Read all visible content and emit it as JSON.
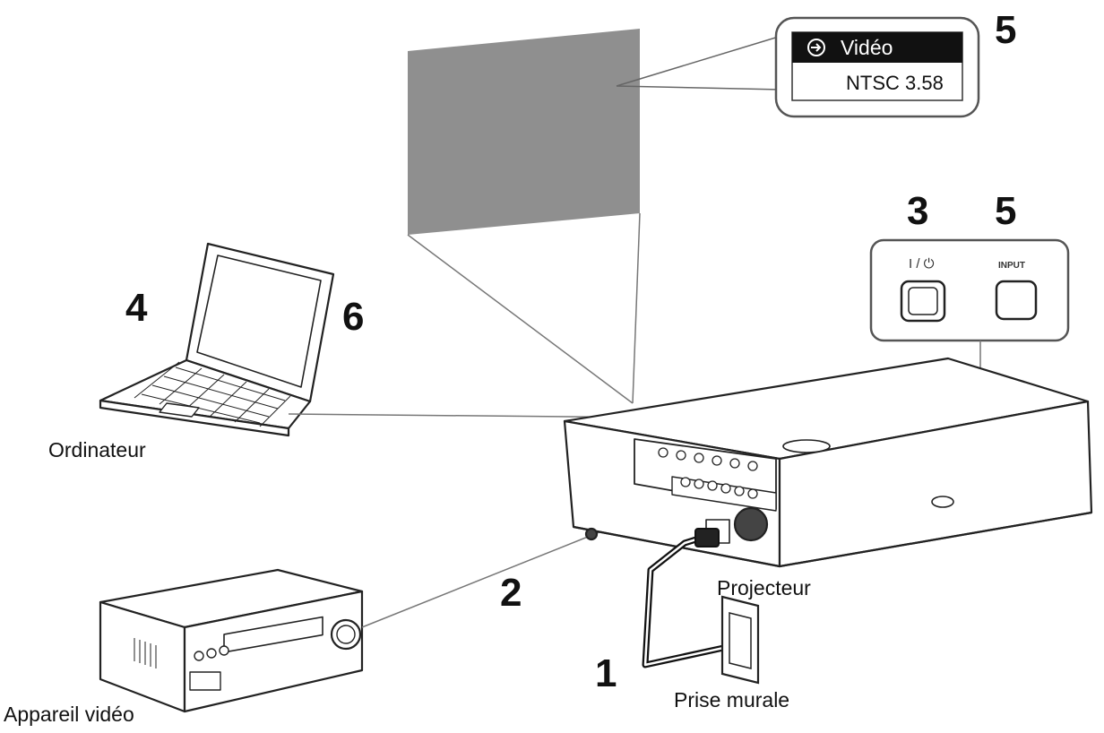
{
  "steps": {
    "s1": "1",
    "s2": "2",
    "s3": "3",
    "s4": "4",
    "s5_top": "5",
    "s5_panel": "5",
    "s6": "6"
  },
  "labels": {
    "computer": "Ordinateur",
    "video_device": "Appareil vidéo",
    "projector": "Projecteur",
    "wall_outlet": "Prise murale"
  },
  "osd": {
    "input_name": "Vidéo",
    "signal": "NTSC 3.58"
  },
  "control_panel": {
    "power_label": "I / ⏻",
    "input_label": "INPUT"
  },
  "colors": {
    "screen": "#8f8f8f",
    "osd_bar": "#111111",
    "line": "#555555"
  }
}
